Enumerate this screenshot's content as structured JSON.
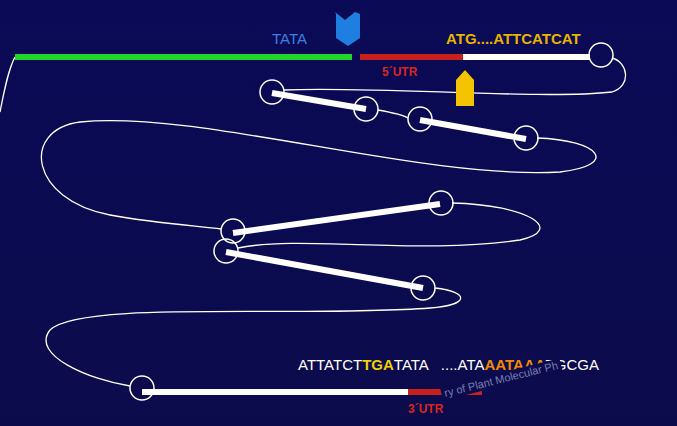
{
  "diagram": {
    "labels": [
      "TATA",
      "5´UTR",
      "ATG....ATTCATCAT",
      "ATTATCT",
      "TGA",
      "TATA",
      "....ATA",
      "AATAAA",
      "TGCGA",
      "3´UTR",
      "ry of Plant Molecular Ph"
    ]
  }
}
